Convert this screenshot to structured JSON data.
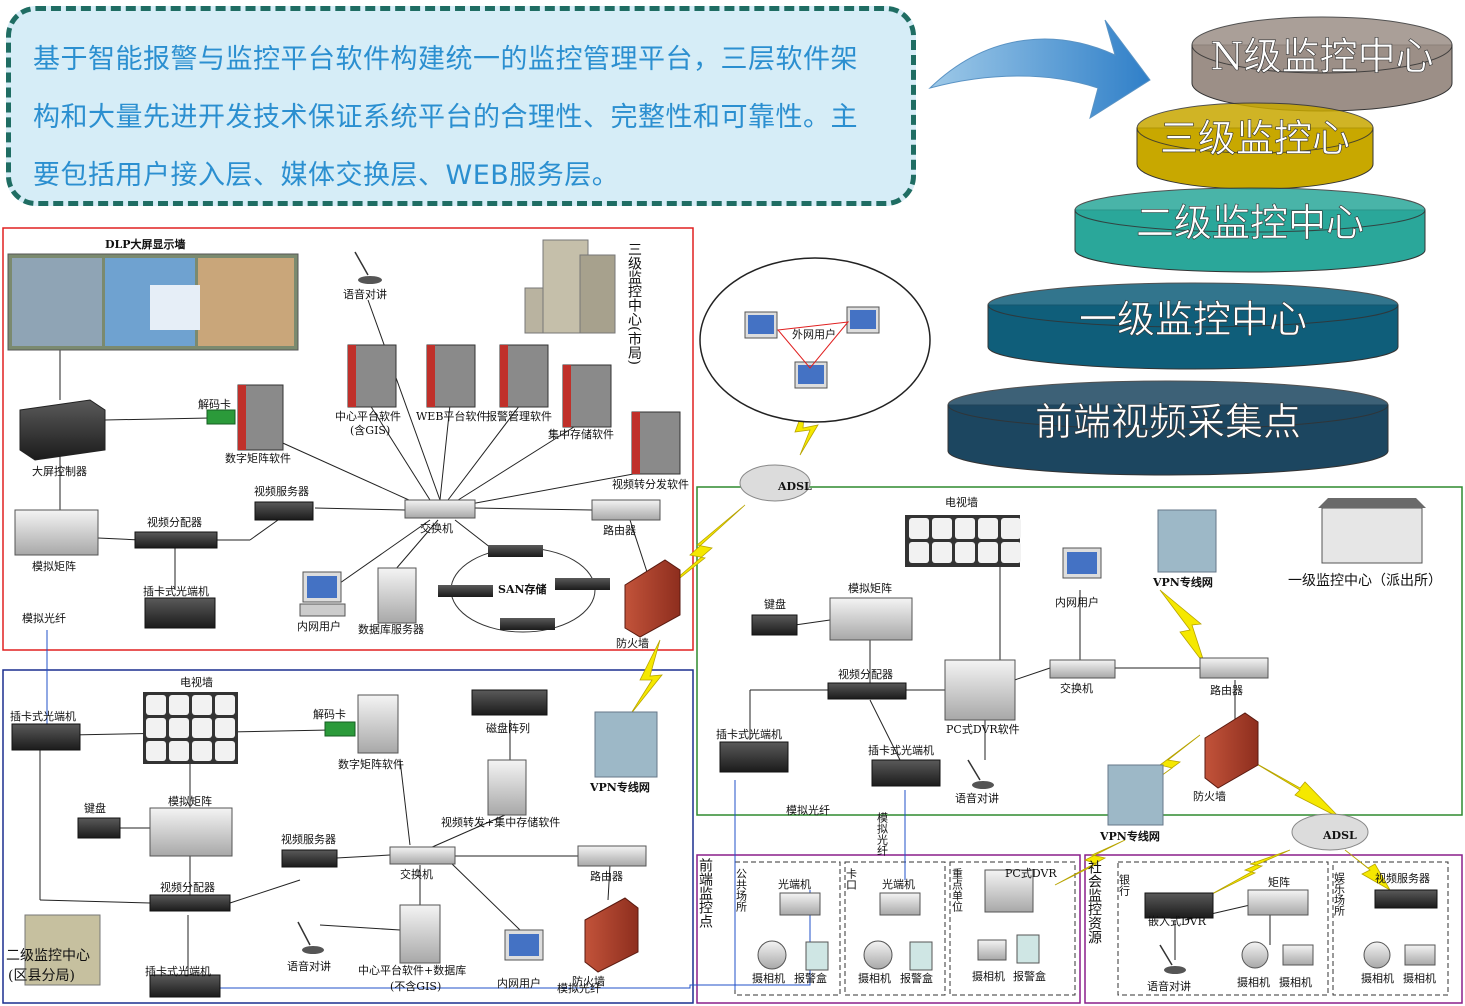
{
  "intro": {
    "text": "基于智能报警与监控平台软件构建统一的监控管理平台，三层软件架构和大量先进开发技术保证系统平台的合理性、完整性和可靠性。主要包括用户接入层、媒体交换层、WEB服务层。"
  },
  "levels": [
    {
      "label": "N级监控中心",
      "color": "#9c8f87"
    },
    {
      "label": "三级监控心",
      "color": "#c8a800"
    },
    {
      "label": "二级监控中心",
      "color": "#2aa79a"
    },
    {
      "label": "一级监控中心",
      "color": "#0f5e7a"
    },
    {
      "label": "前端视频采集点",
      "color": "#1c4660"
    }
  ],
  "city_center": {
    "title": "三级监控中心(市局)",
    "dlp_wall": "DLP大屏显示墙",
    "voice": "语音对讲",
    "decoder_card": "解码卡",
    "big_screen_ctrl": "大屏控制器",
    "digital_matrix": "数字矩阵软件",
    "center_platform": "中心平台软件",
    "center_platform_sub": "(含GIS)",
    "web_platform": "WEB平台软件",
    "alarm_mgmt": "报警管理软件",
    "central_storage": "集中存储软件",
    "video_forward": "视频转分发软件",
    "video_server": "视频服务器",
    "switch": "交换机",
    "router": "路由器",
    "video_splitter": "视频分配器",
    "analog_matrix": "模拟矩阵",
    "card_optical": "插卡式光端机",
    "analog_fiber": "模拟光纤",
    "intranet_user": "内网用户",
    "db_server": "数据库服务器",
    "san": "SAN存储",
    "firewall": "防火墙"
  },
  "cloud": {
    "external_user": "外网用户",
    "adsl": "ADSL"
  },
  "district_center": {
    "title_line1": "二级监控中心",
    "title_line2": "(区县分局)",
    "tv_wall": "电视墙",
    "card_optical": "插卡式光端机",
    "decoder_card": "解码卡",
    "digital_matrix": "数字矩阵软件",
    "disk_array": "磁盘阵列",
    "keyboard": "键盘",
    "analog_matrix": "模拟矩阵",
    "forward_storage": "视频转发+集中存储软件",
    "vpn": "VPN专线网",
    "video_server": "视频服务器",
    "switch": "交换机",
    "router": "路由器",
    "video_splitter": "视频分配器",
    "voice": "语音对讲",
    "center_platform_db": "中心平台软件+数据库",
    "center_platform_db_sub": "(不含GIS)",
    "intranet_user": "内网用户",
    "firewall": "防火墙",
    "card_optical_bottom": "插卡式光端机",
    "analog_fiber": "模拟光纤"
  },
  "police_station": {
    "title": "一级监控中心（派出所）",
    "tv_wall": "电视墙",
    "vpn_top": "VPN专线网",
    "keyboard": "键盘",
    "analog_matrix": "模拟矩阵",
    "intranet_user": "内网用户",
    "video_splitter": "视频分配器",
    "switch": "交换机",
    "router": "路由器",
    "pc_dvr": "PC式DVR软件",
    "card_optical_left": "插卡式光端机",
    "card_optical_mid": "插卡式光端机",
    "voice": "语音对讲",
    "firewall": "防火墙",
    "analog_fiber": "模拟光纤",
    "analog_fiber_vertical": "模拟光纤",
    "vpn_bottom": "VPN专线网",
    "adsl": "ADSL"
  },
  "frontend": {
    "title": "前端监控点",
    "public_place": "公共场所",
    "checkpoint": "卡口",
    "key_unit": "重点单位",
    "optical": "光端机",
    "pc_dvr": "PC式DVR",
    "camera": "摄相机",
    "alarm_box": "报警盒"
  },
  "social": {
    "title": "社会监控资源",
    "bank": "银行",
    "matrix": "矩阵",
    "entertainment": "娱乐场所",
    "video_server": "视频服务器",
    "embedded_dvr": "嵌入式DVR",
    "voice": "语音对讲",
    "camera": "摄相机"
  }
}
